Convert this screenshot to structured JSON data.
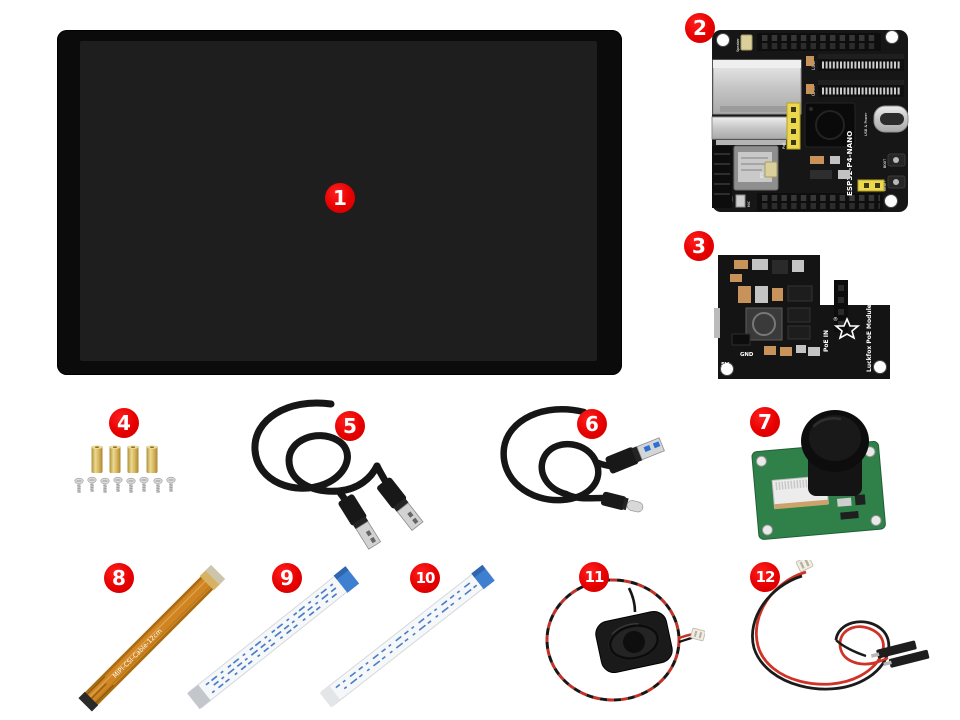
{
  "badges": [
    "1",
    "2",
    "3",
    "4",
    "5",
    "6",
    "7",
    "8",
    "9",
    "10",
    "11",
    "12"
  ],
  "dev_board": {
    "model": "ESP32-P4-NANO",
    "lcd_label": "LCD",
    "cam_label": "CAM",
    "poe_label": "PoE",
    "usb_label": "USB & Power",
    "boot_label": "BOOT",
    "reset_label": "RESET",
    "speaker_label": "Speaker",
    "rtc_label": "RTC",
    "mic_label": "MIC"
  },
  "poe_module": {
    "name": "Luckfox PoE Module",
    "poe_in_label": "PoE IN",
    "gnd_label": "GND",
    "v5_label": "5V"
  },
  "csi_cable": {
    "label": "MIPI-CSI-Cable-12cm"
  },
  "colors": {
    "badge_red": "#e60000",
    "pcb_black": "#161616",
    "pcb_green": "#2f8049",
    "brass_gold": "#d4b159",
    "fpc_orange": "#cf8523",
    "ffc_stiffener_blue": "#3f7fd0",
    "wire_red": "#d03227",
    "usb3_blue": "#2f6fd0"
  }
}
